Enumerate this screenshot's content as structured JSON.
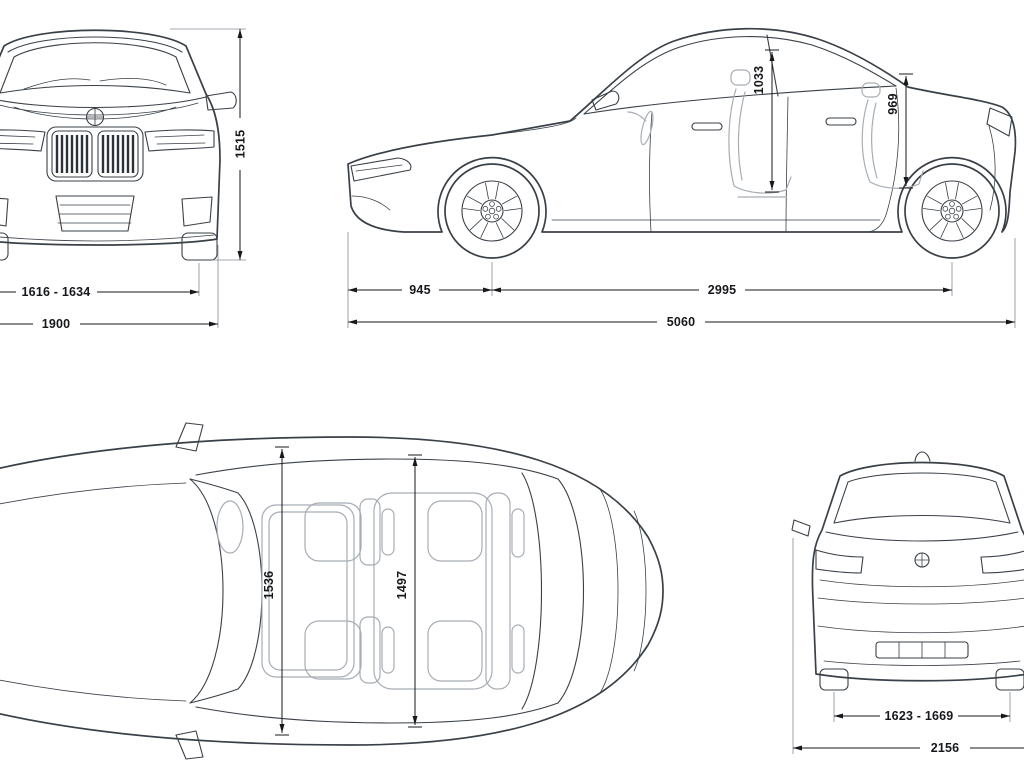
{
  "colors": {
    "background": "#ffffff",
    "outline": "#3a4047",
    "interior_lines": "#a7adb5",
    "dimension_lines": "#16181c",
    "text": "#16181c"
  },
  "views": {
    "front": {
      "dims": {
        "overall_height": "1515",
        "front_track": "1616 - 1634",
        "overall_width": "1900"
      }
    },
    "side": {
      "dims": {
        "front_interior_height": "1033",
        "rear_interior_height": "969",
        "front_overhang": "945",
        "wheelbase": "2995",
        "overall_length": "5060"
      }
    },
    "top": {
      "dims": {
        "front_interior_width": "1536",
        "rear_interior_width": "1497"
      }
    },
    "rear": {
      "dims": {
        "rear_track": "1623 - 1669",
        "width_with_mirrors": "2156"
      }
    }
  }
}
